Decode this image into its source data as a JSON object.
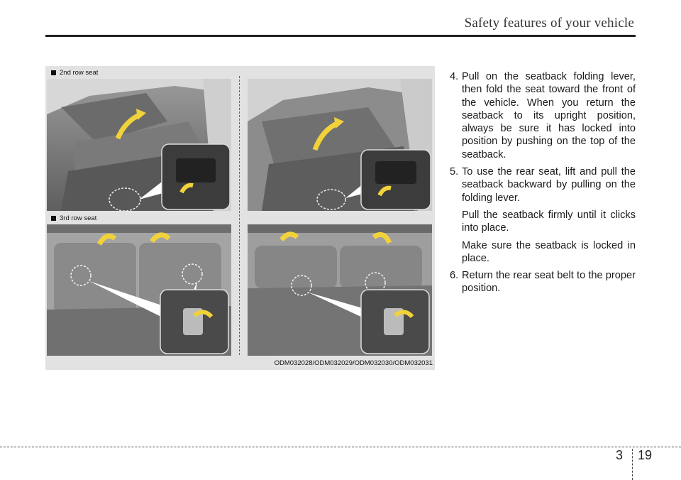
{
  "header": {
    "title": "Safety features of your vehicle"
  },
  "figure": {
    "label_2nd_row": "2nd row seat",
    "label_3rd_row": "3rd row seat",
    "caption": "ODM032028/ODM032029/ODM032030/ODM032031"
  },
  "steps": [
    {
      "number": "4.",
      "text": "Pull on the seatback folding lever, then fold the seat toward the front of the vehicle. When you return the seatback to its upright position, always be sure it has locked into position by pushing on the top of the seatback."
    },
    {
      "number": "5.",
      "text": "To use the rear seat, lift and pull the seatback backward by pulling on the folding lever."
    },
    {
      "number": "",
      "text": "Pull the seatback firmly until it clicks into place."
    },
    {
      "number": "",
      "text": "Make sure the seatback is locked in place."
    },
    {
      "number": "6.",
      "text": "Return the rear seat belt to the proper position."
    }
  ],
  "footer": {
    "chapter": "3",
    "page": "19"
  },
  "colors": {
    "arrow_yellow": "#f2d23a",
    "panel_gray": "#e2e2e2"
  }
}
